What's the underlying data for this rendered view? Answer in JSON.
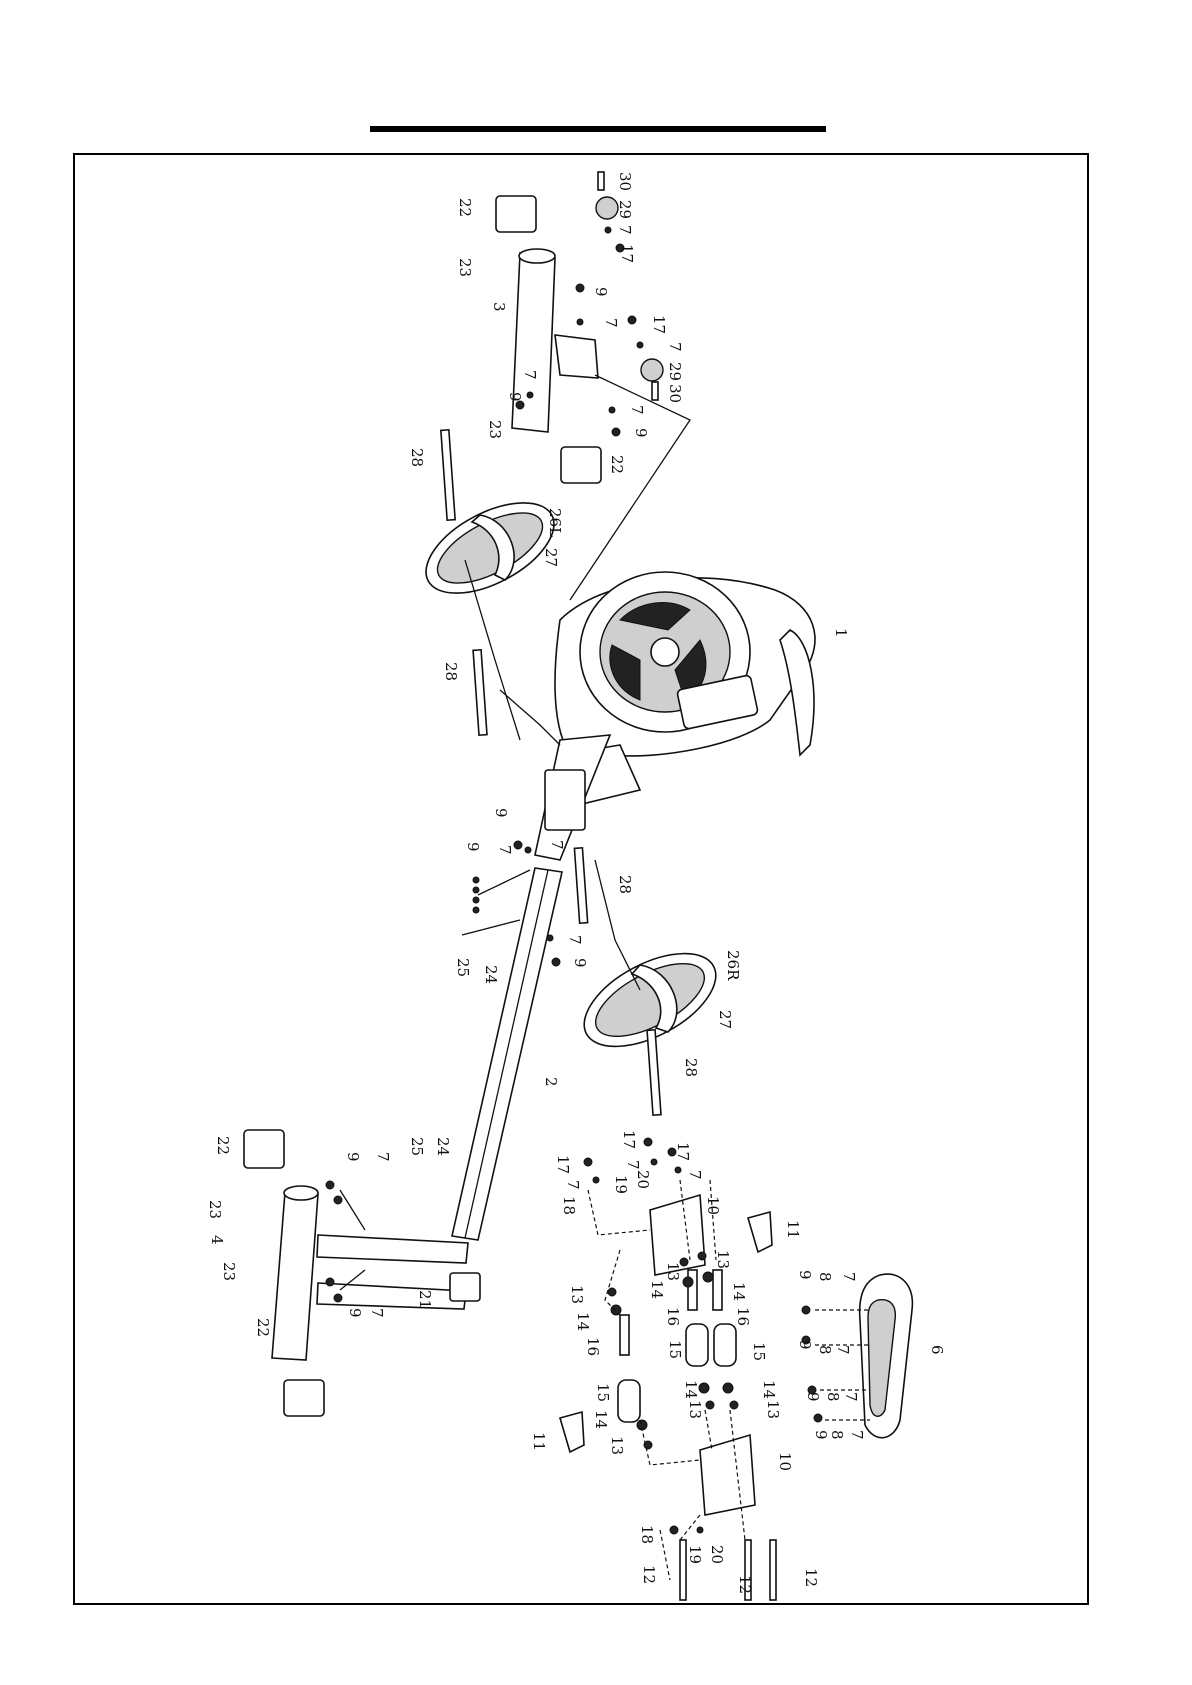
{
  "labels": {
    "l1": "1",
    "l2": "2",
    "l3": "3",
    "l4": "4",
    "l6": "6",
    "l7": "7",
    "l8": "8",
    "l9": "9",
    "l10": "10",
    "l11": "11",
    "l12": "12",
    "l13": "13",
    "l14": "14",
    "l15": "15",
    "l16": "16",
    "l17": "17",
    "l18": "18",
    "l19": "19",
    "l20": "20",
    "l21": "21",
    "l22": "22",
    "l23": "23",
    "l24": "24",
    "l25": "25",
    "l26L": "26L",
    "l26R": "26R",
    "l27": "27",
    "l28": "28",
    "l29": "29",
    "l30": "30"
  }
}
